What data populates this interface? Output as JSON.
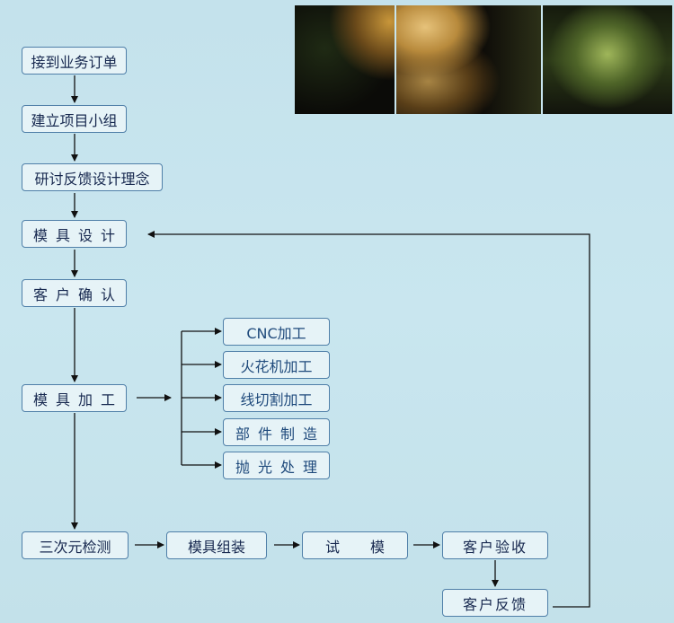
{
  "flow": {
    "step1": "接到业务订单",
    "step2": "建立项目小组",
    "step3": "研讨反馈设计理念",
    "step4": "模具设计",
    "step5": "客户确认",
    "step6": "模具加工",
    "step7": "三次元检测",
    "step8": "模具组装",
    "step9": "试　模",
    "step10": "客户验收",
    "step11": "客户反馈"
  },
  "machining": [
    "CNC加工",
    "火花机加工",
    "线切割加工",
    "部件制造",
    "抛光处理"
  ],
  "colors": {
    "background": "#c6e4ee",
    "box_border": "#4f7fa8",
    "box_fill": "#e6f3f7",
    "text": "#17284f"
  }
}
